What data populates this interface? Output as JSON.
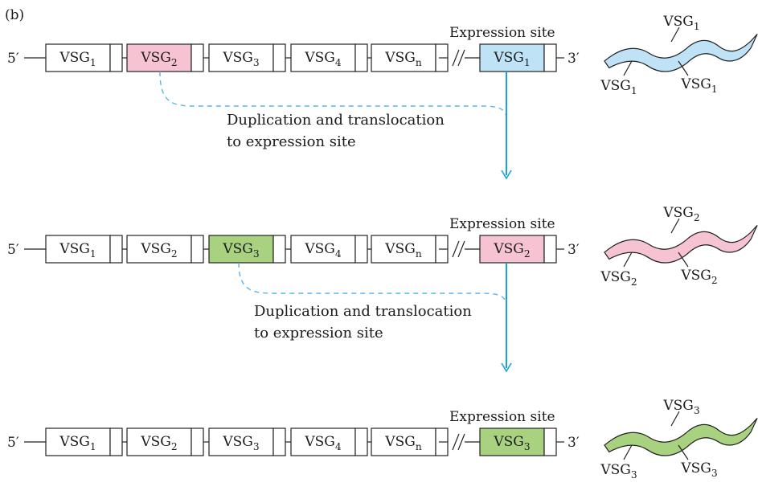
{
  "panel_label": "(b)",
  "colors": {
    "blue": "#bfe2f6",
    "pink": "#f5c3d2",
    "green": "#a8d27f",
    "arrow": "#1aa0e4",
    "dash": "#5ab6e6"
  },
  "rows": [
    {
      "five_prime": "5′",
      "three_prime": "3′",
      "expression_site_label": "Expression site",
      "genes": [
        {
          "base": "VSG",
          "sub": "1",
          "highlight": null
        },
        {
          "base": "VSG",
          "sub": "2",
          "highlight": "pink"
        },
        {
          "base": "VSG",
          "sub": "3",
          "highlight": null
        },
        {
          "base": "VSG",
          "sub": "4",
          "highlight": null
        },
        {
          "base": "VSG",
          "sub": "n",
          "highlight": null
        }
      ],
      "expressed": {
        "base": "VSG",
        "sub": "1",
        "color": "blue"
      },
      "trypanosome": {
        "color": "blue",
        "labels": [
          {
            "base": "VSG",
            "sub": "1"
          },
          {
            "base": "VSG",
            "sub": "1"
          },
          {
            "base": "VSG",
            "sub": "1"
          }
        ]
      },
      "caption_line1": "Duplication and translocation",
      "caption_line2": "to expression site"
    },
    {
      "five_prime": "5′",
      "three_prime": "3′",
      "expression_site_label": "Expression site",
      "genes": [
        {
          "base": "VSG",
          "sub": "1",
          "highlight": null
        },
        {
          "base": "VSG",
          "sub": "2",
          "highlight": null
        },
        {
          "base": "VSG",
          "sub": "3",
          "highlight": "green"
        },
        {
          "base": "VSG",
          "sub": "4",
          "highlight": null
        },
        {
          "base": "VSG",
          "sub": "n",
          "highlight": null
        }
      ],
      "expressed": {
        "base": "VSG",
        "sub": "2",
        "color": "pink"
      },
      "trypanosome": {
        "color": "pink",
        "labels": [
          {
            "base": "VSG",
            "sub": "2"
          },
          {
            "base": "VSG",
            "sub": "2"
          },
          {
            "base": "VSG",
            "sub": "2"
          }
        ]
      },
      "caption_line1": "Duplication and translocation",
      "caption_line2": "to expression site"
    },
    {
      "five_prime": "5′",
      "three_prime": "3′",
      "expression_site_label": "Expression site",
      "genes": [
        {
          "base": "VSG",
          "sub": "1",
          "highlight": null
        },
        {
          "base": "VSG",
          "sub": "2",
          "highlight": null
        },
        {
          "base": "VSG",
          "sub": "3",
          "highlight": null
        },
        {
          "base": "VSG",
          "sub": "4",
          "highlight": null
        },
        {
          "base": "VSG",
          "sub": "n",
          "highlight": null
        }
      ],
      "expressed": {
        "base": "VSG",
        "sub": "3",
        "color": "green"
      },
      "trypanosome": {
        "color": "green",
        "labels": [
          {
            "base": "VSG",
            "sub": "3"
          },
          {
            "base": "VSG",
            "sub": "3"
          },
          {
            "base": "VSG",
            "sub": "3"
          }
        ]
      }
    }
  ]
}
